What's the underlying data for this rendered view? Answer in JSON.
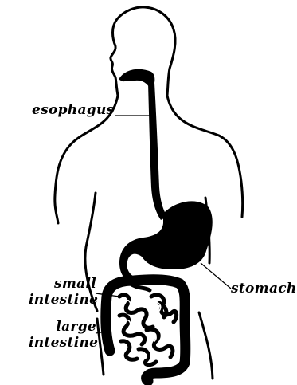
{
  "labels": {
    "esophagus": "esophagus",
    "stomach": "stomach",
    "small_intestine": [
      "small",
      "intestine"
    ],
    "large_intestine": [
      "large",
      "intestine"
    ]
  },
  "colors": {
    "ink": "#000000",
    "background": "#ffffff"
  }
}
